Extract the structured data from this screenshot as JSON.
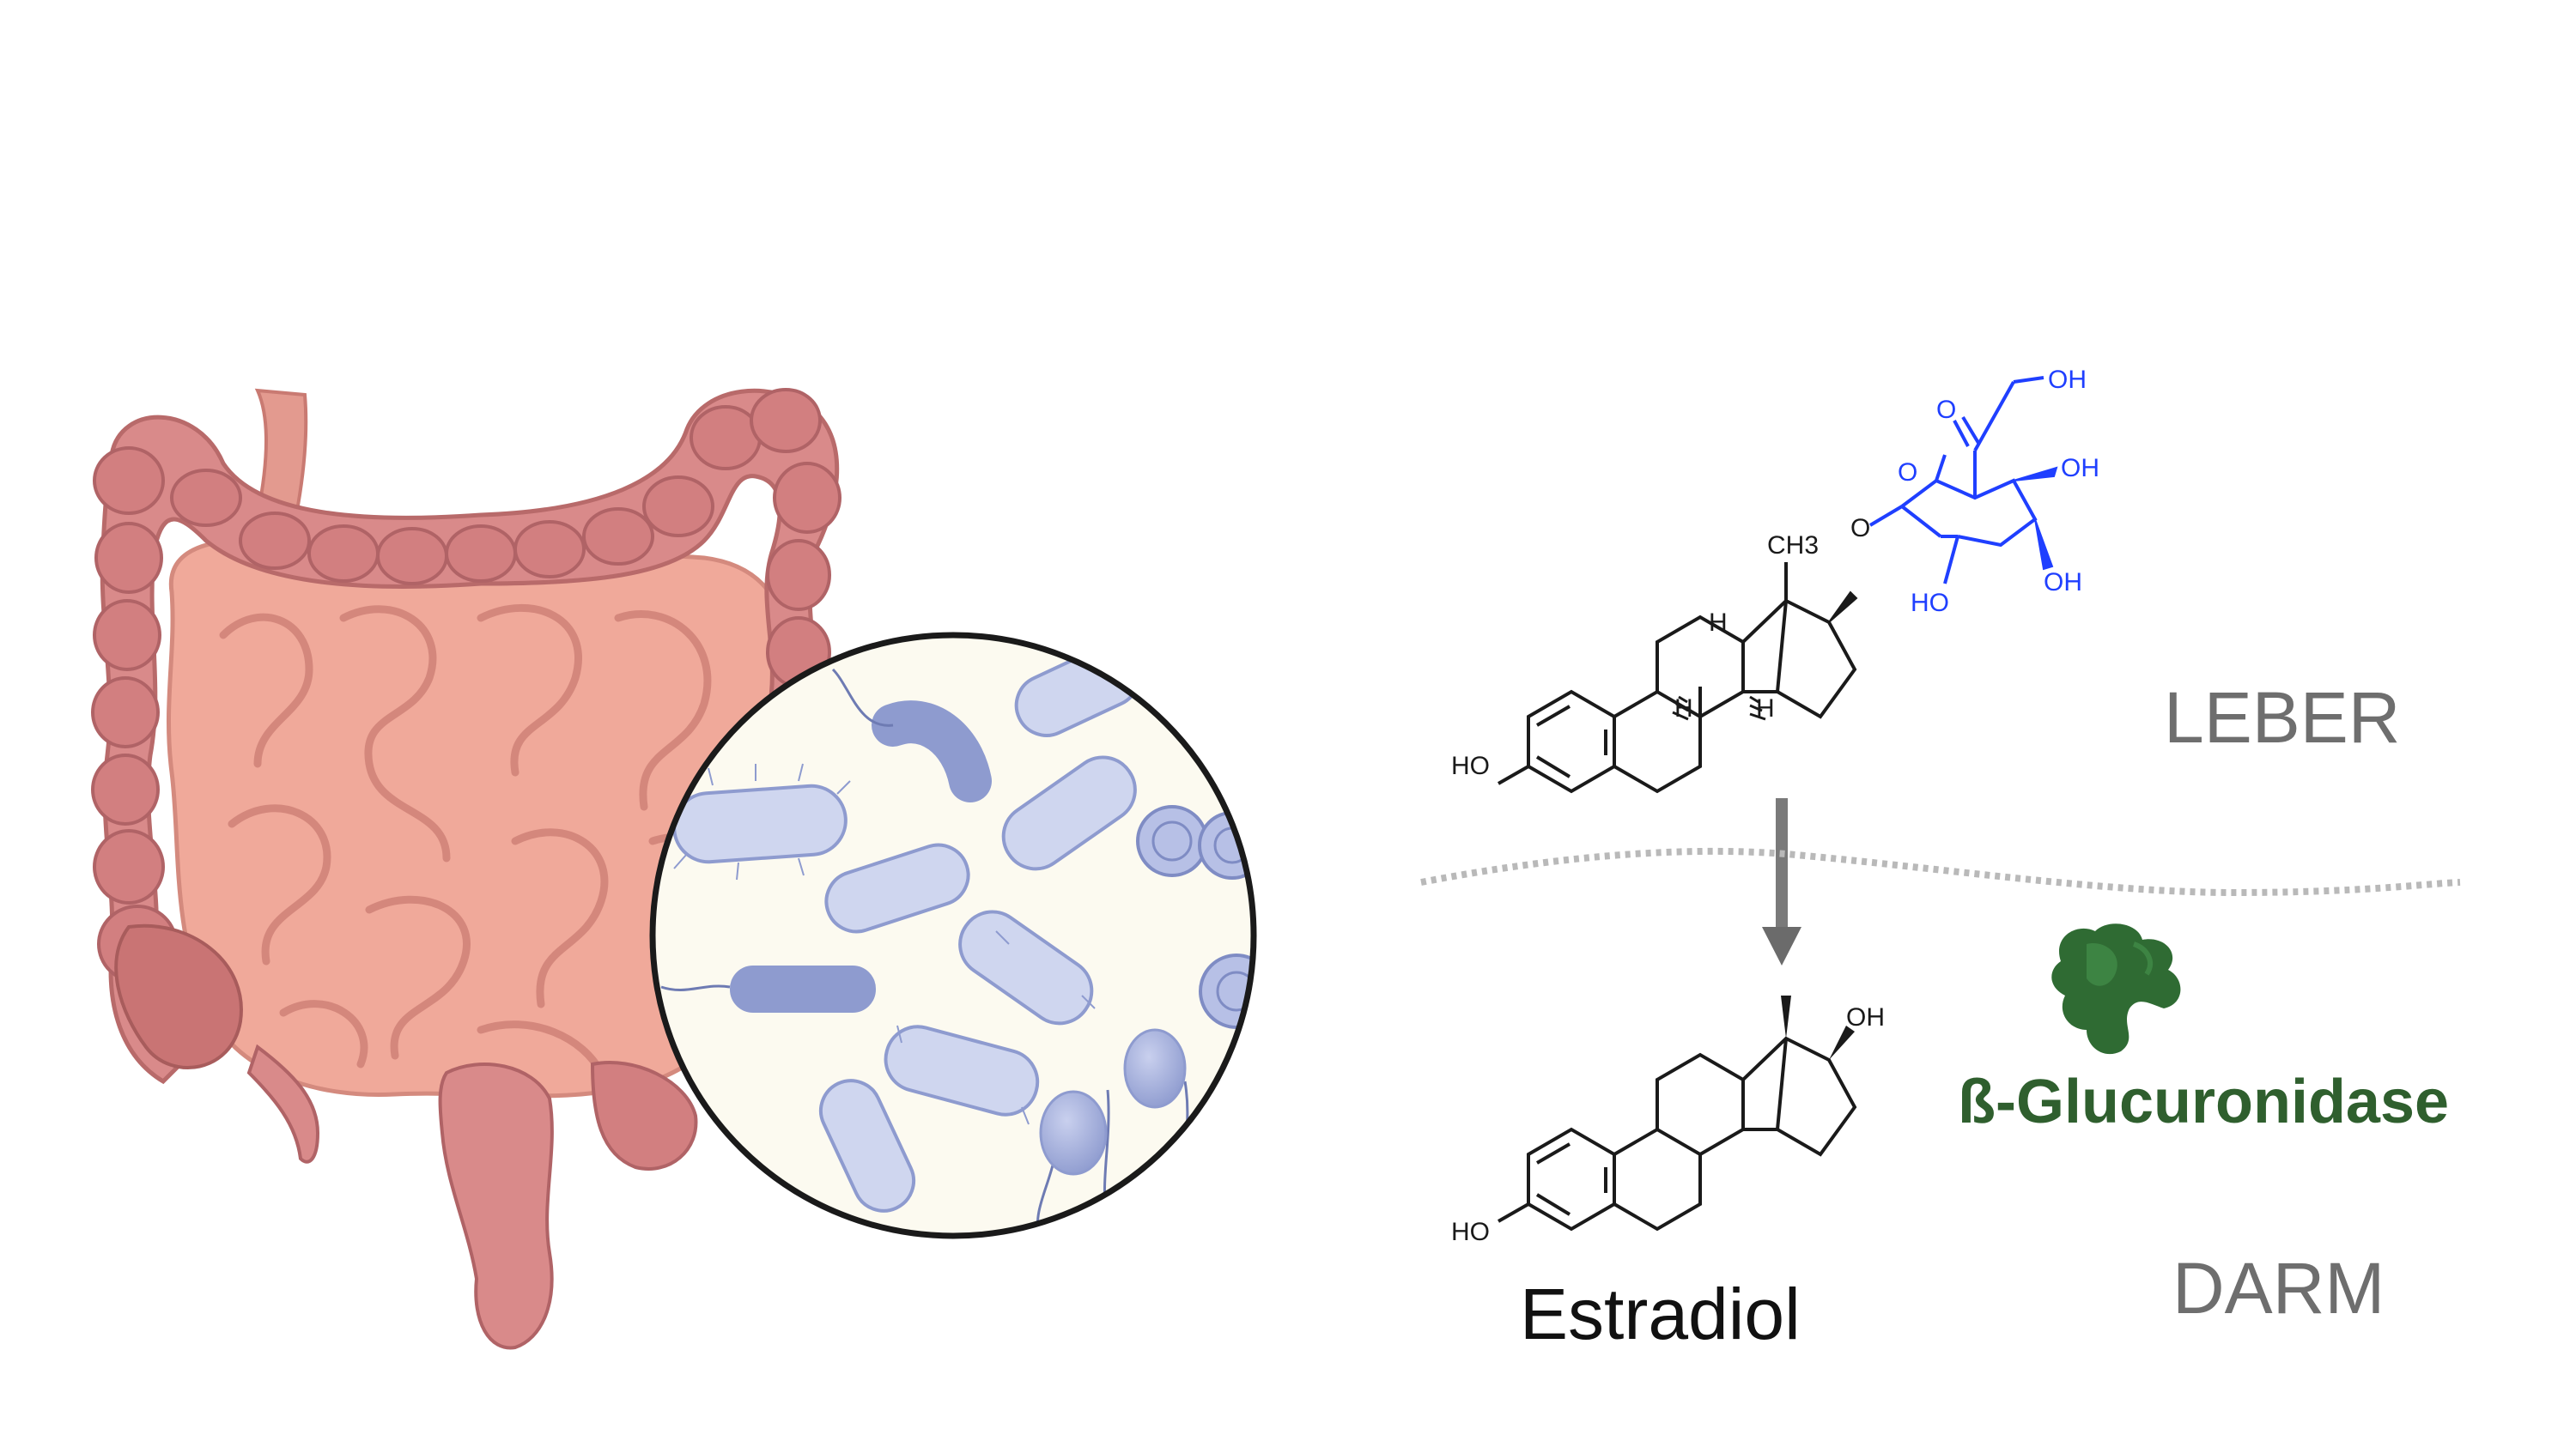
{
  "labels": {
    "liver": "LEBER",
    "gut": "DARM",
    "product": "Estradiol",
    "enzyme": "ß-Glucuronidase"
  },
  "conjugate_atoms": {
    "carbonyl_o": "O",
    "carboxyl_oh": "OH",
    "ring_o": "O",
    "oh_3": "OH",
    "oh_4": "OH",
    "ho_2": "HO",
    "linker_o": "O",
    "methyl": "CH3",
    "phenol_ho": "HO",
    "h_8": "H",
    "h_9": "H",
    "h_14": "H"
  },
  "estradiol_atoms": {
    "oh_17": "OH",
    "phenol_ho": "HO"
  },
  "colors": {
    "glucuronide": "#1f3fff",
    "enzyme": "#2f5f2e",
    "arrow": "#6b6b6b",
    "barrier": "#b9b9b9",
    "membrane_circle_fill": "#fcfaf0",
    "bacteria": "#9aa6d3",
    "intestine": "#d98a8a"
  }
}
